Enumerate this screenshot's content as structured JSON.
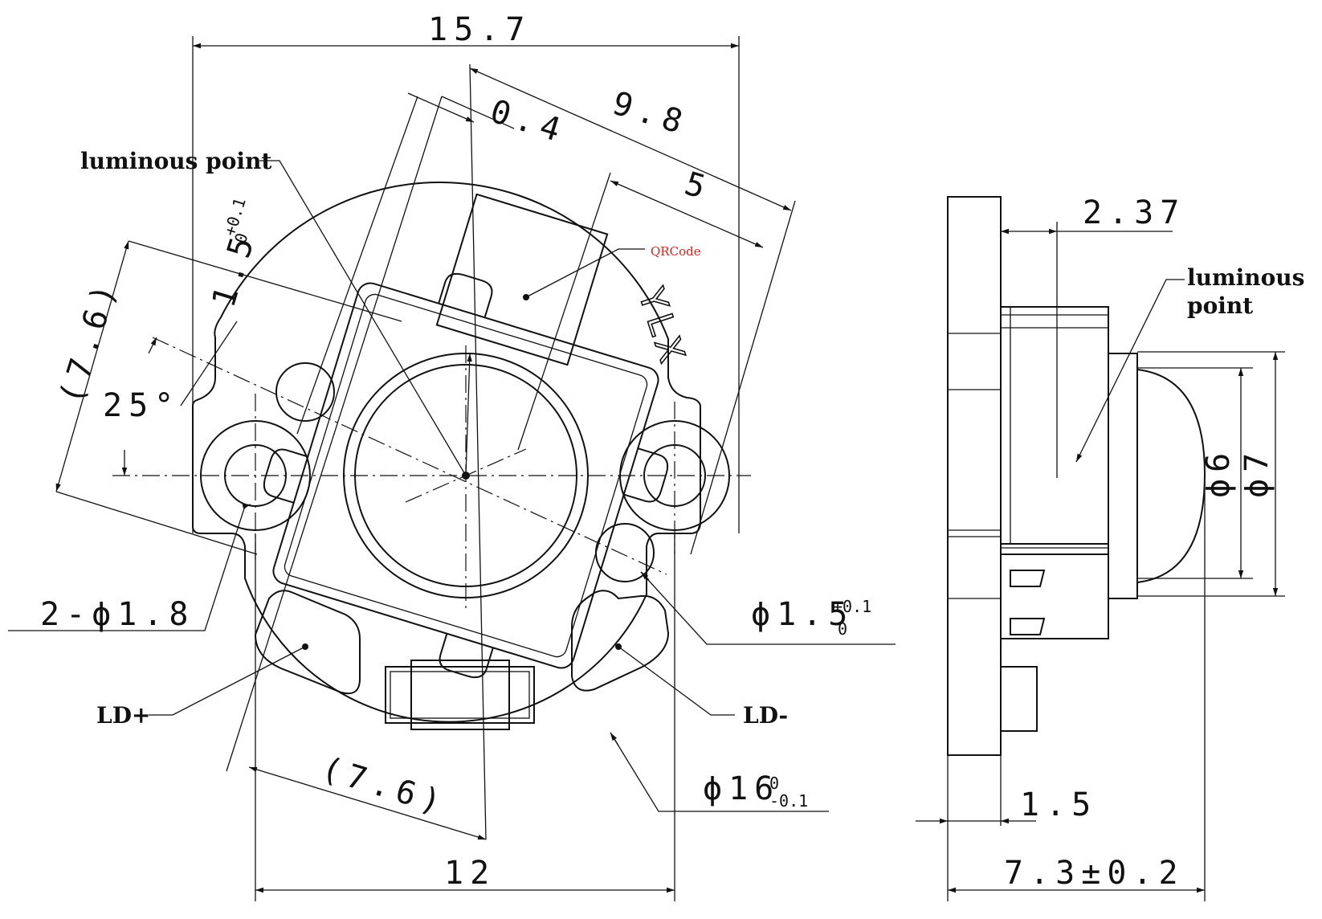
{
  "front_view": {
    "dims": {
      "width": "15.7",
      "offset": "0.4",
      "diag": "9.8",
      "half": "5",
      "left_slot": "1.5",
      "left_slot_tol_upper": "+0.1",
      "left_slot_tol_lower": "0",
      "ref_left": "(7.6)",
      "angle": "25°",
      "ref_bottom": "(7.6)",
      "bottom_width": "12",
      "holes": "2-ϕ1.8",
      "pin_hole": "ϕ1.5",
      "pin_hole_tol_upper": "+0.1",
      "pin_hole_tol_lower": "0",
      "board_dia": "ϕ16",
      "board_dia_tol_upper": "0",
      "board_dia_tol_lower": "-0.1"
    },
    "labels": {
      "luminous_point": "luminous point",
      "qrcode": "QRCode",
      "brand": "YLX",
      "ld_plus": "LD+",
      "ld_minus": "LD-"
    }
  },
  "side_view": {
    "dims": {
      "lens_offset": "2.37",
      "lens_dia_inner": "ϕ6",
      "lens_dia_outer": "ϕ7",
      "base_thickness": "1.5",
      "total_height": "7.3±0.2"
    },
    "labels": {
      "luminous_line1": "luminous",
      "luminous_line2": "point"
    }
  },
  "colors": {
    "line": "#111111",
    "annotation": "#e0201b",
    "background": "#ffffff"
  }
}
